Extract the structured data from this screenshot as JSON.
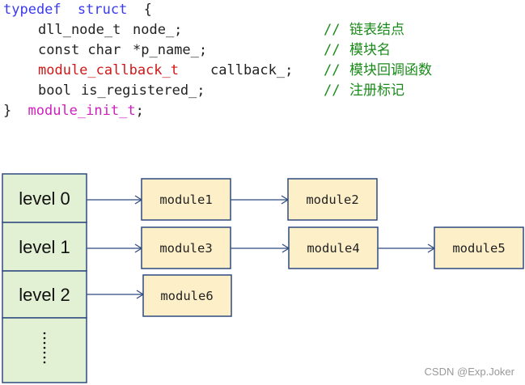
{
  "code": {
    "line1": {
      "kw1": "typedef",
      "kw2": "struct",
      "brace": "{"
    },
    "fields": [
      {
        "type": "dll_node_t",
        "name": "node_;",
        "comment_mark": "//",
        "comment": "链表结点"
      },
      {
        "type": "const char",
        "name": "*p_name_;",
        "comment_mark": "//",
        "comment": "模块名"
      },
      {
        "type": "module_callback_t",
        "name": "callback_;",
        "comment_mark": "//",
        "comment": "模块回调函数"
      },
      {
        "type": "bool",
        "name": "is_registered_;",
        "comment_mark": "//",
        "comment": "注册标记"
      }
    ],
    "close_brace": "}",
    "typename": "module_init_t",
    "semicolon": ";"
  },
  "diagram": {
    "levels": [
      "level 0",
      "level 1",
      "level 2"
    ],
    "ellipsis": "⋮",
    "modules": [
      "module1",
      "module2",
      "module3",
      "module4",
      "module5",
      "module6"
    ]
  },
  "colors": {
    "keyword": "#3a3af0",
    "text": "#222222",
    "highlight_type": "#d01818",
    "typename": "#d020c0",
    "comment": "#1a8a1a",
    "level_fill": "#e2f0d4",
    "module_fill": "#fdefc8",
    "border": "#2f4a80",
    "arrow": "#2f4a80"
  },
  "watermark": "CSDN @Exp.Joker"
}
